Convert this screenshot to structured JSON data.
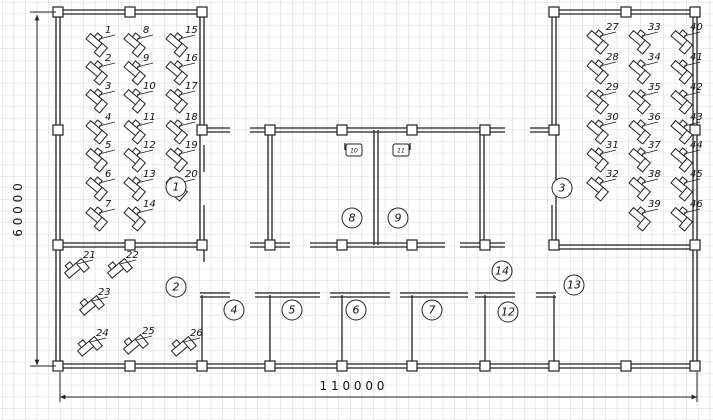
{
  "dimensions": {
    "width_label": "1 1 0 0 0 0",
    "height_label": "6 0 0 0 0"
  },
  "rooms": [
    {
      "id": "room-1",
      "label": "1"
    },
    {
      "id": "room-2",
      "label": "2"
    },
    {
      "id": "room-3",
      "label": "3"
    },
    {
      "id": "room-4",
      "label": "4"
    },
    {
      "id": "room-5",
      "label": "5"
    },
    {
      "id": "room-6",
      "label": "6"
    },
    {
      "id": "room-7",
      "label": "7"
    },
    {
      "id": "room-8",
      "label": "8"
    },
    {
      "id": "room-9",
      "label": "9"
    },
    {
      "id": "room-12",
      "label": "12"
    },
    {
      "id": "room-13",
      "label": "13"
    },
    {
      "id": "room-14",
      "label": "14"
    }
  ],
  "fixtures": [
    {
      "id": "fixture-10",
      "label": "10"
    },
    {
      "id": "fixture-11",
      "label": "11"
    }
  ],
  "workstations": [
    "1",
    "2",
    "3",
    "4",
    "5",
    "6",
    "7",
    "8",
    "9",
    "10",
    "11",
    "12",
    "13",
    "14",
    "15",
    "16",
    "17",
    "18",
    "19",
    "20",
    "21",
    "22",
    "23",
    "24",
    "25",
    "26",
    "27",
    "28",
    "29",
    "30",
    "31",
    "32",
    "33",
    "34",
    "35",
    "36",
    "37",
    "38",
    "39",
    "40",
    "41",
    "42",
    "43",
    "44",
    "45",
    "46"
  ]
}
